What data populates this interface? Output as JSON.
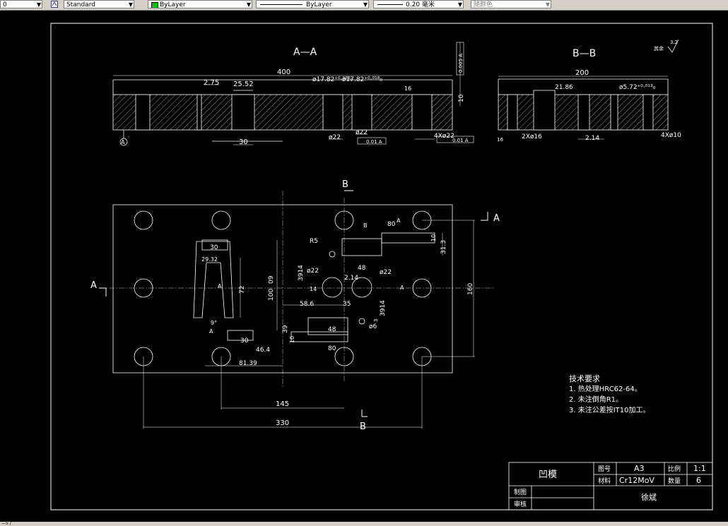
{
  "toolbar": {
    "first_value": "0",
    "text_style": "Standard",
    "color": "ByLayer",
    "linetype": "ByLayer",
    "lineweight": "0.20 毫米",
    "plot_style": "随颜色",
    "color_swatch": "#00c000"
  },
  "drawing": {
    "section_aa": "A—A",
    "section_bb": "B—B",
    "roughness_note": "其余",
    "roughness_value": "3.2",
    "cut_a_left": "A",
    "cut_a_right": "A",
    "cut_b_top": "B",
    "cut_b_bottom": "B",
    "datum_a": "A",
    "inner_a1": "A",
    "inner_a2": "A",
    "inner_a3": "A",
    "inner_a4": "A",
    "inner_b": "B",
    "dims_section": {
      "d400": "400",
      "d2_75": "2.75",
      "d25_52": "25.52",
      "d17_82a": "ø17.82⁺⁰·⁰¹⁸₀",
      "d17_82b": "ø17.82⁺⁰·⁰¹⁸₀",
      "d30": "30",
      "d22a": "ø22",
      "d22b": "ø22",
      "d4x22": "4Xø22",
      "d16": "16",
      "d10": "10",
      "tol1": "0.01 A",
      "tol2": "0.01 A",
      "tol3": "0.005 A",
      "d200": "200",
      "d21_86": "21.86",
      "d5_72": "ø5.72⁺⁰·⁰¹³₀",
      "d2x16": "2Xø16",
      "d2_14": "2.14",
      "d4x10": "4Xø10",
      "d16b": "16"
    },
    "dims_plan": {
      "d80a": "80",
      "d10": "10",
      "d31_3": "31.3",
      "r5": "R5",
      "d3914a": "3914",
      "d22a": "ø22",
      "d48a": "48",
      "d2_14": "2.14",
      "d22b": "ø22",
      "d14": "14",
      "d58_6": "58.6",
      "d35": "35",
      "d3914b": "3914",
      "d3": "3",
      "d6": "ø6",
      "d30a": "30",
      "d29_32": "29.32",
      "d72": "72",
      "d100": "100",
      "d09": "09",
      "d9deg": "9°",
      "d30b": "30",
      "d46_4": "46.4",
      "d81_39": "81.39",
      "d39": "39",
      "d48b": "48",
      "d10b": "10",
      "d80b": "80",
      "d160": "160",
      "d145": "145",
      "d330": "330"
    },
    "notes_title": "技术要求",
    "notes": [
      "1. 热处理HRC62-64。",
      "2. 未注倒角R1。",
      "3. 未注公差按IT10加工。"
    ]
  },
  "title_block": {
    "part_name": "凹模",
    "drawing_no_label": "图号",
    "drawing_no": "A3",
    "scale_label": "比例",
    "scale": "1:1",
    "material_label": "材料",
    "material": "Cr12MoV",
    "qty_label": "数量",
    "qty": "6",
    "drawn_label": "制图",
    "checked_label": "审核",
    "author": "徐斌"
  },
  "statusbar": {
    "text": "—5 /"
  }
}
